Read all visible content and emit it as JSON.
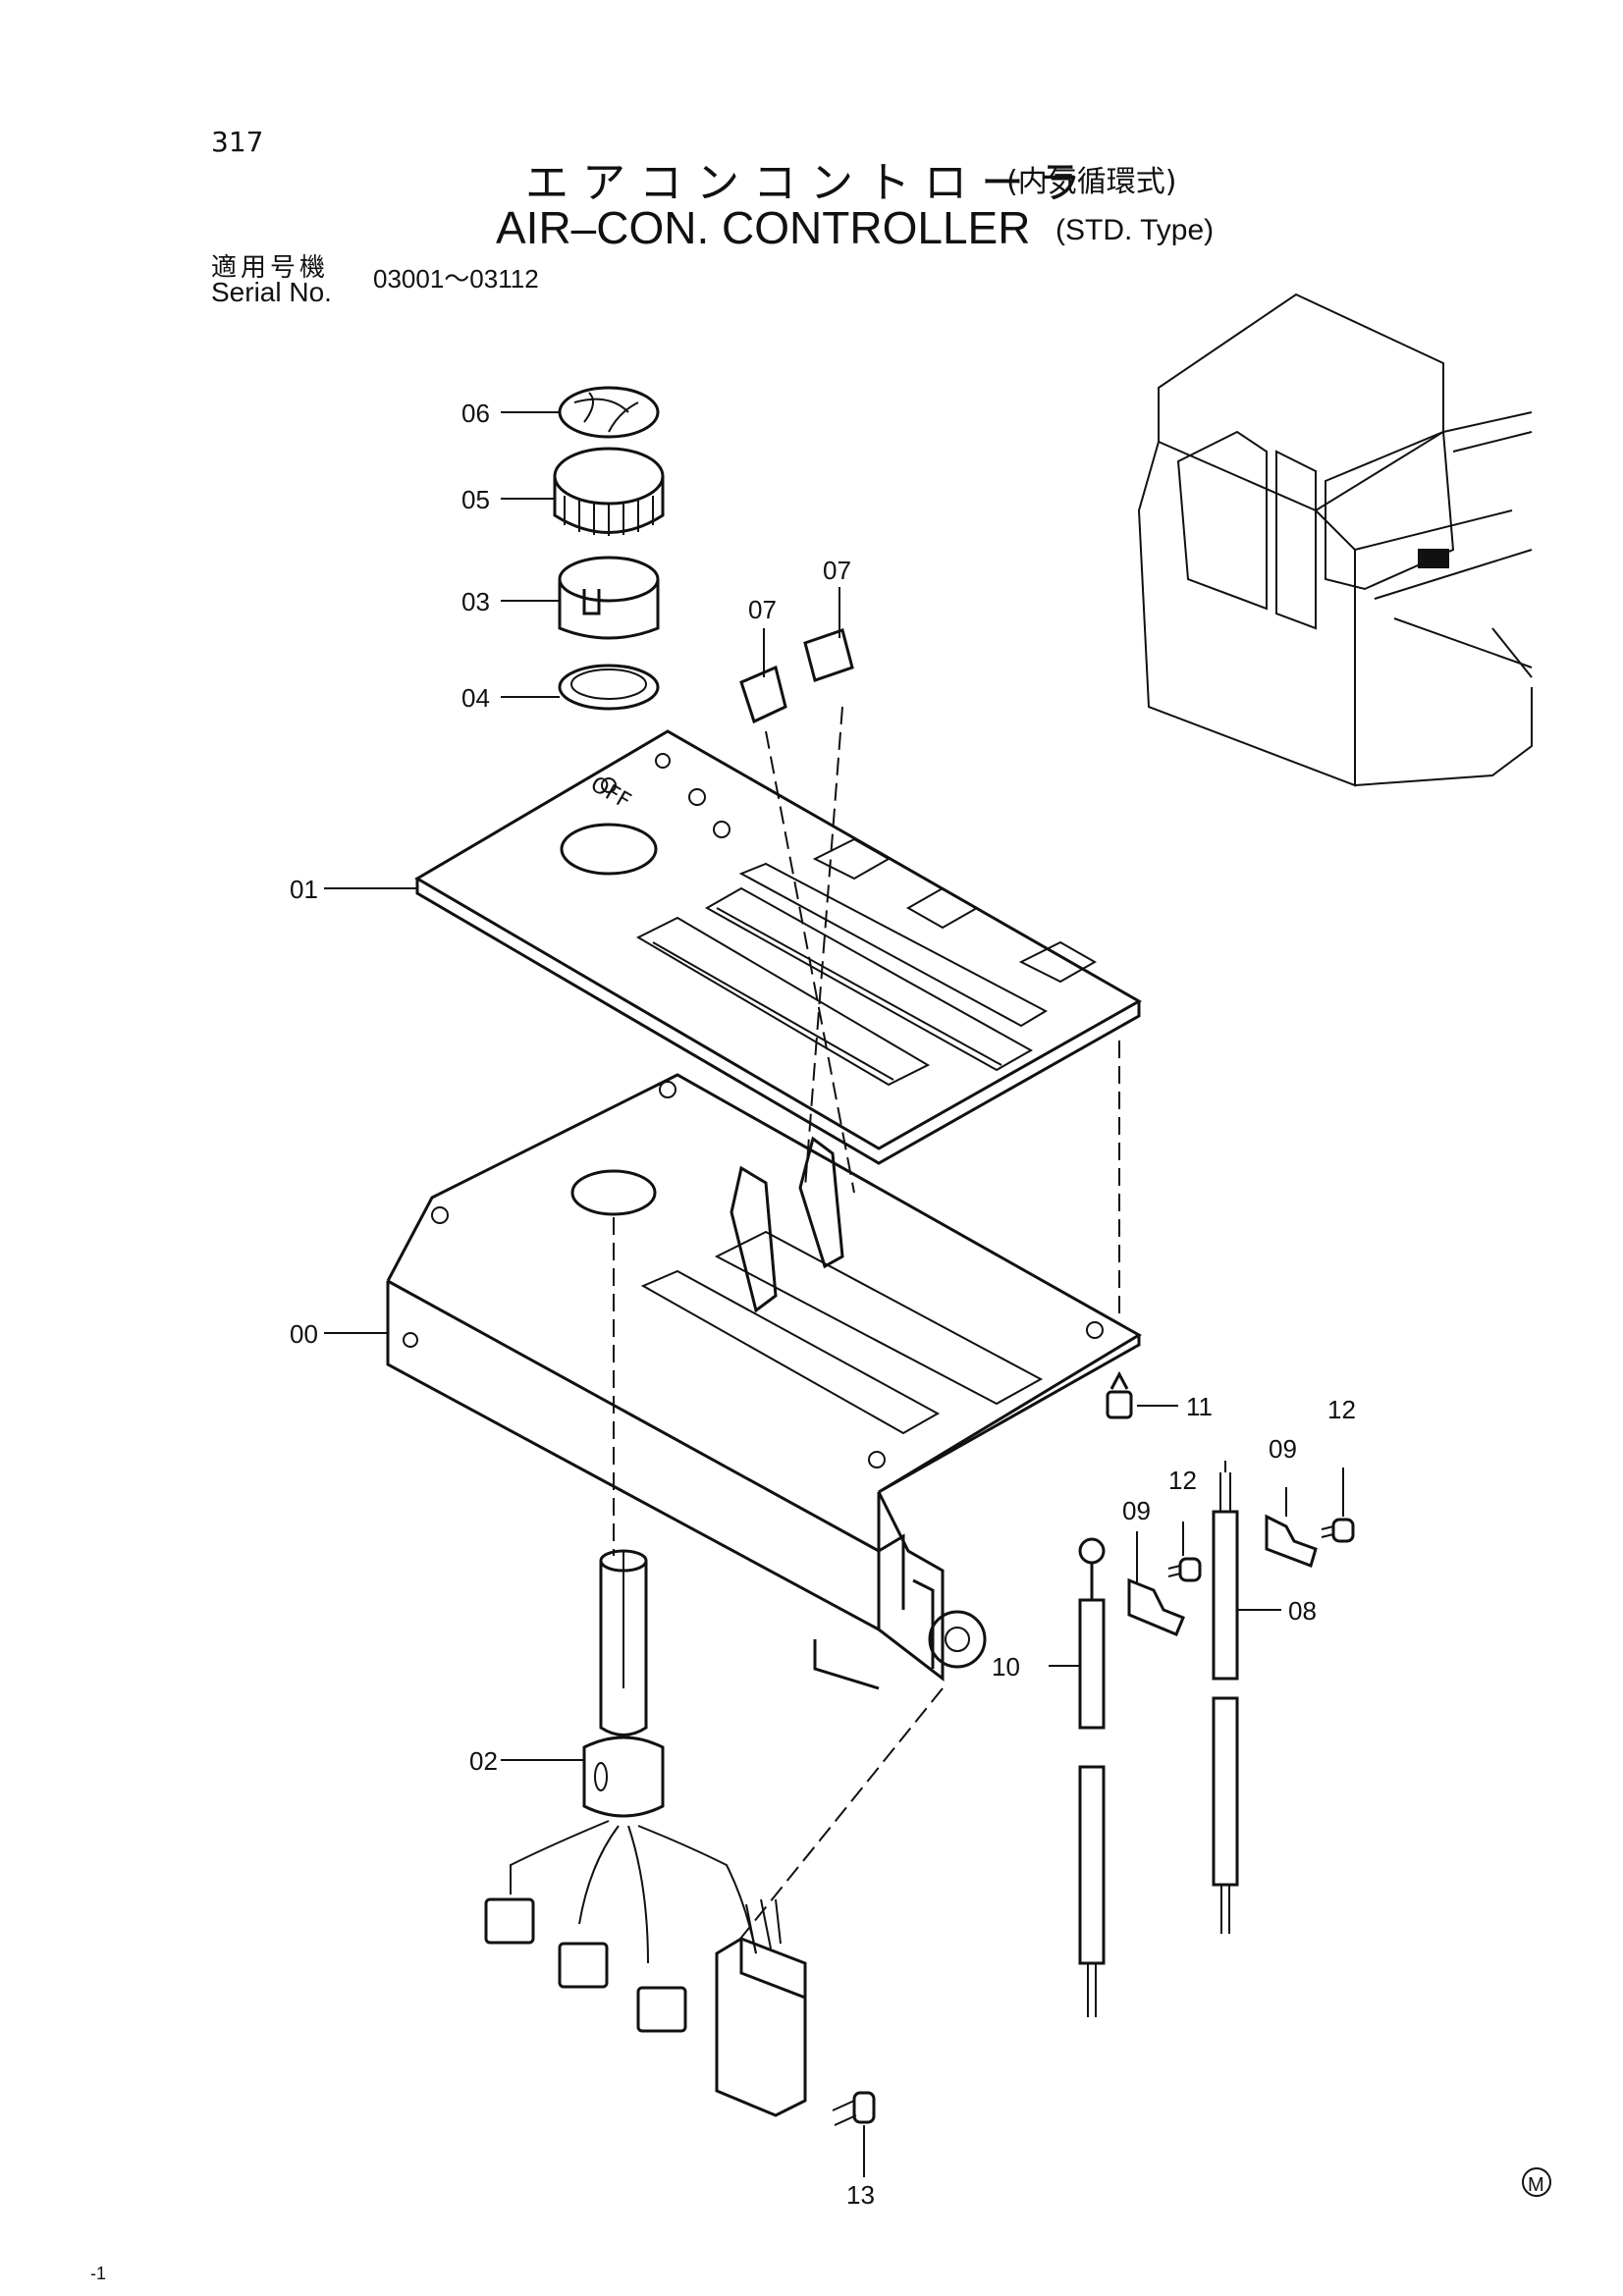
{
  "page_number": "317",
  "title_jp": "エアコンコントローラ",
  "title_jp_note": "(内気循環式)",
  "title_en": "AIR–CON. CONTROLLER",
  "title_en_note": "(STD. Type)",
  "serial_label_jp": "適用号機",
  "serial_label_en": "Serial No.",
  "serial_range": "03001～03112",
  "panel_text": "OFF",
  "mark": "M",
  "corner_mark": "-1",
  "callouts": {
    "c00": "00",
    "c01": "01",
    "c02": "02",
    "c03": "03",
    "c04": "04",
    "c05": "05",
    "c06": "06",
    "c07a": "07",
    "c07b": "07",
    "c08": "08",
    "c09a": "09",
    "c09b": "09",
    "c10": "10",
    "c11": "11",
    "c12a": "12",
    "c12b": "12",
    "c13": "13"
  },
  "colors": {
    "line": "#111111",
    "background": "#ffffff"
  }
}
